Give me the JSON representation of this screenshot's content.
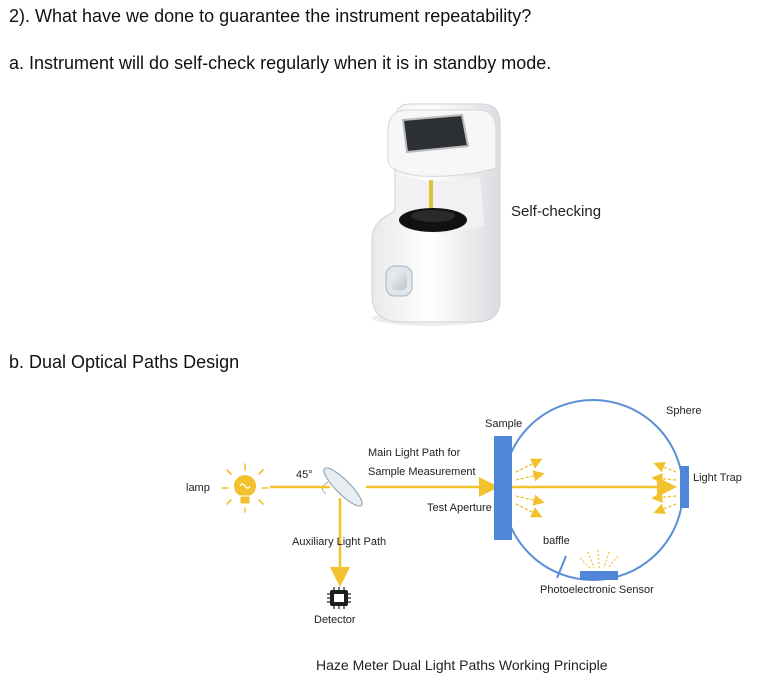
{
  "section": {
    "title": "2). What have we done to guarantee the instrument repeatability?",
    "point_a": "a. Instrument will do self-check regularly when it is in standby mode.",
    "point_b": "b. Dual Optical Paths Design"
  },
  "device": {
    "callout": "Self-checking"
  },
  "diagram": {
    "lamp": "lamp",
    "angle": "45°",
    "main_path_line1": "Main Light Path for",
    "main_path_line2": "Sample Measurement",
    "auxiliary_path": "Auxiliary Light Path",
    "detector": "Detector",
    "sample": "Sample",
    "test_aperture": "Test Aperture",
    "baffle": "baffle",
    "sphere": "Sphere",
    "light_trap": "Light Trap",
    "sensor": "Photoelectronic Sensor",
    "caption": "Haze Meter Dual Light Paths Working Principle",
    "colors": {
      "light": "#f2c12e",
      "sphere": "#5b8fd6",
      "plate": "#4f86d8"
    }
  }
}
